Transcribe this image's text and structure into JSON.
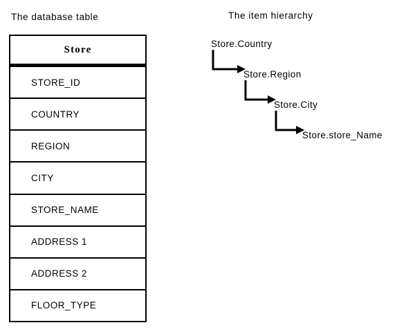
{
  "panels": {
    "database": {
      "caption": "The database table",
      "table": {
        "header": "Store",
        "rows": [
          {
            "label": "STORE_ID"
          },
          {
            "label": "COUNTRY"
          },
          {
            "label": "REGION"
          },
          {
            "label": "CITY"
          },
          {
            "label": "STORE_NAME"
          },
          {
            "label": "ADDRESS 1"
          },
          {
            "label": "ADDRESS 2"
          },
          {
            "label": "FLOOR_TYPE"
          }
        ]
      }
    },
    "hierarchy": {
      "caption": "The item hierarchy",
      "nodes": [
        {
          "label": "Store.Country",
          "level": 0
        },
        {
          "label": "Store.Region",
          "level": 1
        },
        {
          "label": "Store.City",
          "level": 2
        },
        {
          "label": "Store.store_Name",
          "level": 3
        }
      ]
    }
  },
  "colors": {
    "background": "#ffffff",
    "ink": "#000000"
  }
}
